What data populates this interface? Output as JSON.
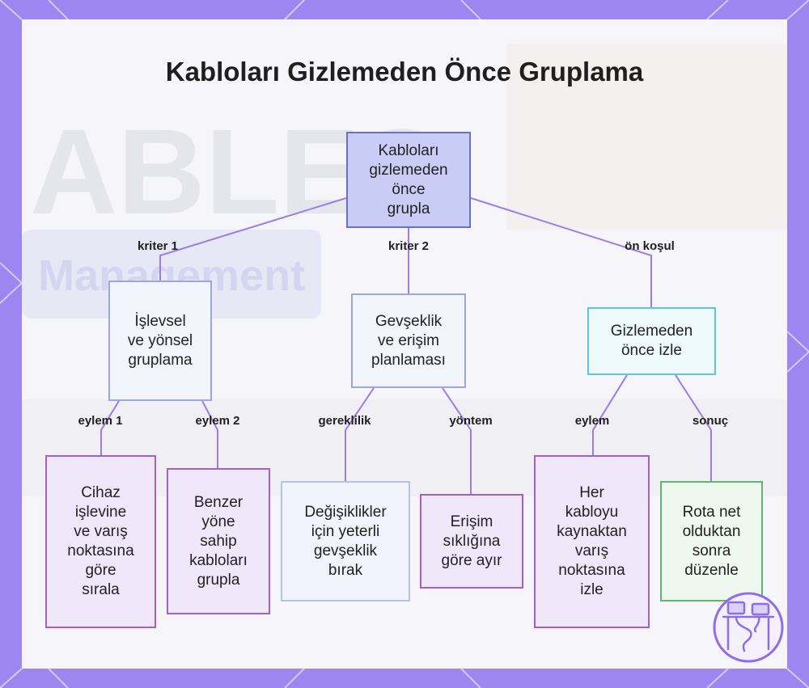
{
  "title": "Kabloları Gizlemeden Önce Gruplama",
  "background_text": {
    "large": "ABLES",
    "banner": "Management"
  },
  "nodes": {
    "root": "Kabloları\ngizlemeden\nönce\ngrupla",
    "functional": "İşlevsel\nve yönsel\ngruplama",
    "slack": "Gevşeklik\nve erişim\nplanlaması",
    "trace": "Gizlemeden\nönce izle",
    "sort_device": "Cihaz\nişlevine\nve varış\nnoktasına\ngöre\nsırala",
    "same_direction": "Benzer\nyöne\nsahip\nkabloları\ngrupla",
    "leave_slack": "Değişiklikler\niçin yeterli\ngevşeklik\nbırak",
    "separate_access": "Erişim\nsıklığına\ngöre ayır",
    "trace_each": "Her\nkabloyu\nkaynaktan\nvarış\nnoktasına\nizle",
    "tidy_route": "Rota net\nolduktan\nsonra\ndüzenle"
  },
  "edge_labels": {
    "criterion_1": "kriter 1",
    "criterion_2": "kriter 2",
    "prerequisite": "ön koşul",
    "action_1": "eylem 1",
    "action_2": "eylem 2",
    "requirement": "gereklilik",
    "method": "yöntem",
    "action": "eylem",
    "result": "sonuç"
  },
  "colors": {
    "frame": "#9e86f0",
    "edge": "#9b7de6",
    "root_fill": "#c9ccf5"
  },
  "icons": [
    "workstation-logo-icon"
  ]
}
